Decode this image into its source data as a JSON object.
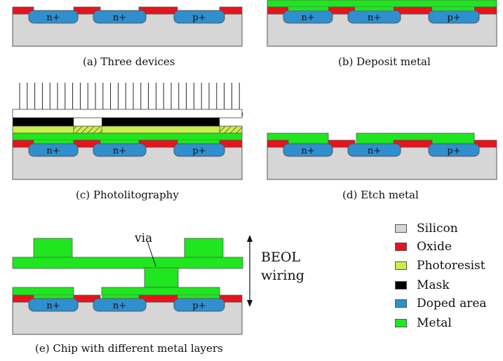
{
  "colors": {
    "silicon": "#d6d6d6",
    "oxide": "#e8131b",
    "photoresist": "#c9ef4a",
    "mask": "#000000",
    "doped": "#2f8fcf",
    "metal": "#1fe61f"
  },
  "doped_labels": [
    "n+",
    "n+",
    "p+"
  ],
  "captions": {
    "a": "(a)  Three devices",
    "b": "(b)  Deposit metal",
    "c": "(c)  Photolitography",
    "d": "(d)  Etch metal",
    "e": "(e)  Chip with different metal layers"
  },
  "via_label": "via",
  "beol": {
    "line1": "BEOL",
    "line2": "wiring"
  },
  "legend": [
    {
      "label": "Silicon",
      "color_key": "silicon"
    },
    {
      "label": "Oxide",
      "color_key": "oxide"
    },
    {
      "label": "Photoresist",
      "color_key": "photoresist"
    },
    {
      "label": "Mask",
      "color_key": "mask"
    },
    {
      "label": "Doped area",
      "color_key": "doped"
    },
    {
      "label": "Metal",
      "color_key": "metal"
    }
  ]
}
